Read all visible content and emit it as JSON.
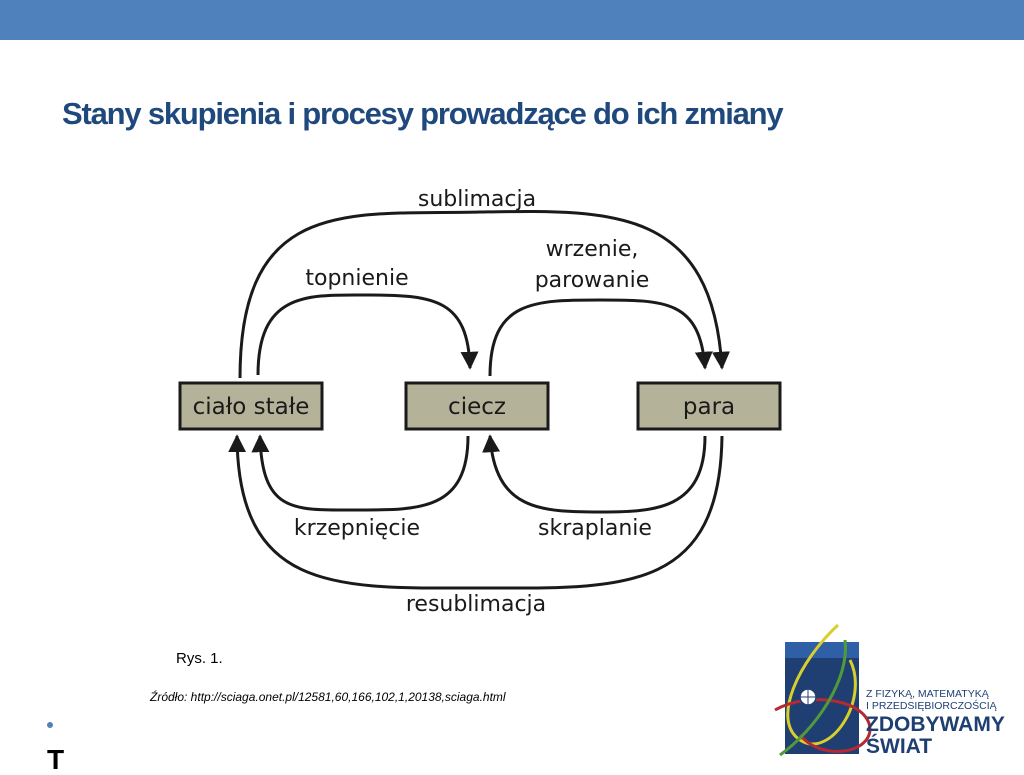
{
  "slide": {
    "title": "Stany skupienia i procesy prowadzące do ich zmiany",
    "caption": "Rys. 1.",
    "source": "Źródło: http://sciaga.onet.pl/12581,60,166,102,1,20138,sciaga.html",
    "bullet_text": "T"
  },
  "diagram": {
    "states": [
      {
        "id": "solid",
        "label": "ciało stałe"
      },
      {
        "id": "liquid",
        "label": "ciecz"
      },
      {
        "id": "gas",
        "label": "para"
      }
    ],
    "processes": [
      {
        "from": "solid",
        "to": "gas",
        "label": "sublimacja"
      },
      {
        "from": "solid",
        "to": "liquid",
        "label": "topnienie"
      },
      {
        "from": "liquid",
        "to": "gas",
        "label_lines": [
          "wrzenie,",
          "parowanie"
        ]
      },
      {
        "from": "liquid",
        "to": "solid",
        "label": "krzepnięcie"
      },
      {
        "from": "gas",
        "to": "liquid",
        "label": "skraplanie"
      },
      {
        "from": "gas",
        "to": "solid",
        "label": "resublimacja"
      }
    ],
    "colors": {
      "box_fill": "#b5b29a",
      "box_stroke": "#1a1a1a",
      "arrow": "#1a1a1a"
    }
  },
  "logo": {
    "line1": "Z FIZYKĄ, MATEMATYKĄ",
    "line2": "I PRZEDSIĘBIORCZOŚCIĄ",
    "line3": "ZDOBYWAMY",
    "line4": "ŚWIAT"
  },
  "colors": {
    "top_bar": "#4f81bd",
    "title": "#1f497d",
    "logo_blue": "#1f3f73"
  }
}
